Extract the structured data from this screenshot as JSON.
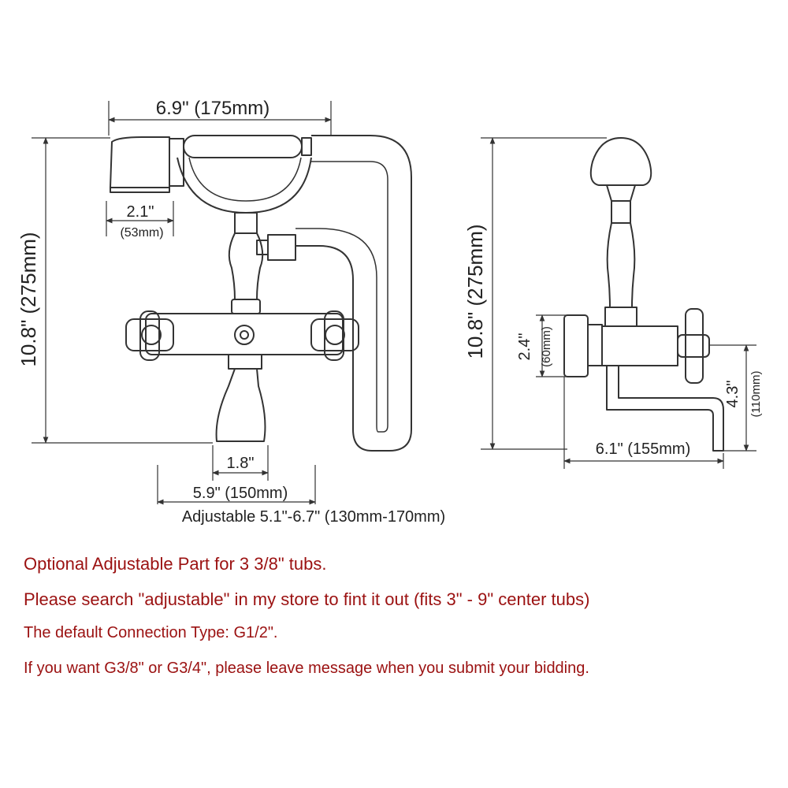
{
  "front_view": {
    "width": "6.9\" (175mm)",
    "height": "10.8\" (275mm)",
    "head_width_in": "2.1\"",
    "head_width_mm": "(53mm)",
    "spout_width": "1.8\"",
    "center_distance": "5.9\" (150mm)",
    "adjustable_range": "Adjustable 5.1\"-6.7\" (130mm-170mm)"
  },
  "side_view": {
    "height": "10.8\" (275mm)",
    "mount_height_in": "2.4\"",
    "mount_height_mm": "(60mm)",
    "spout_drop_in": "4.3\"",
    "spout_drop_mm": "(110mm)",
    "spout_reach": "6.1\" (155mm)"
  },
  "notes": {
    "line1": "Optional Adjustable Part for 3 3/8\" tubs.",
    "line2": "Please search \"adjustable\" in my store to fint it out (fits 3\" - 9\" center tubs)",
    "line3": "The default Connection Type: G1/2\".",
    "line4": "If you want G3/8\" or G3/4\", please leave message when you submit your bidding."
  },
  "colors": {
    "note_text": "#9b1111",
    "line_art": "#333333"
  }
}
